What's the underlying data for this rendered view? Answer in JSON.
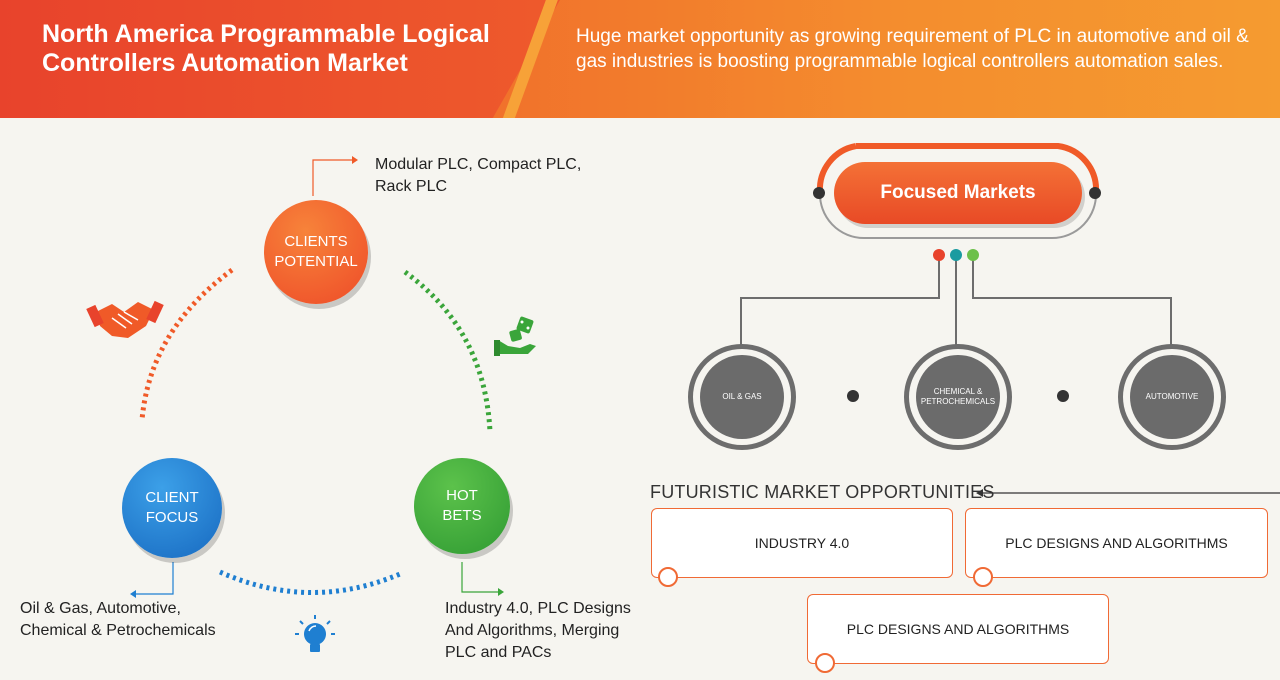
{
  "header": {
    "title": "North America Programmable Logical Controllers Automation Market",
    "subtitle": "Huge market opportunity as growing requirement of PLC in automotive and oil & gas industries is boosting programmable logical controllers automation sales."
  },
  "left_diagram": {
    "clients_potential": {
      "label_line1": "CLIENTS",
      "label_line2": "POTENTIAL",
      "detail_line1": "Modular PLC, Compact PLC,",
      "detail_line2": "Rack PLC"
    },
    "client_focus": {
      "label_line1": "CLIENT",
      "label_line2": "FOCUS",
      "detail_line1": "Oil & Gas, Automotive,",
      "detail_line2": "Chemical & Petrochemicals"
    },
    "hot_bets": {
      "label_line1": "HOT",
      "label_line2": "BETS",
      "detail_line1": "Industry 4.0, PLC Designs",
      "detail_line2": "And Algorithms, Merging",
      "detail_line3": "PLC and PACs"
    }
  },
  "focused_markets": {
    "title": "Focused Markets",
    "markets": [
      {
        "line1": "OIL & GAS",
        "line2": ""
      },
      {
        "line1": "CHEMICAL &",
        "line2": "PETROCHEMICALS"
      },
      {
        "line1": "AUTOMOTIVE",
        "line2": ""
      }
    ]
  },
  "opportunities": {
    "heading": "FUTURISTIC MARKET OPPORTUNITIES",
    "items": [
      "INDUSTRY 4.0",
      "PLC DESIGNS AND ALGORITHMS",
      "PLC DESIGNS AND ALGORITHMS"
    ]
  },
  "colors": {
    "orange": "#f05a28",
    "blue": "#1f7fd1",
    "green": "#3aa53a",
    "gray": "#6b6b6b"
  }
}
